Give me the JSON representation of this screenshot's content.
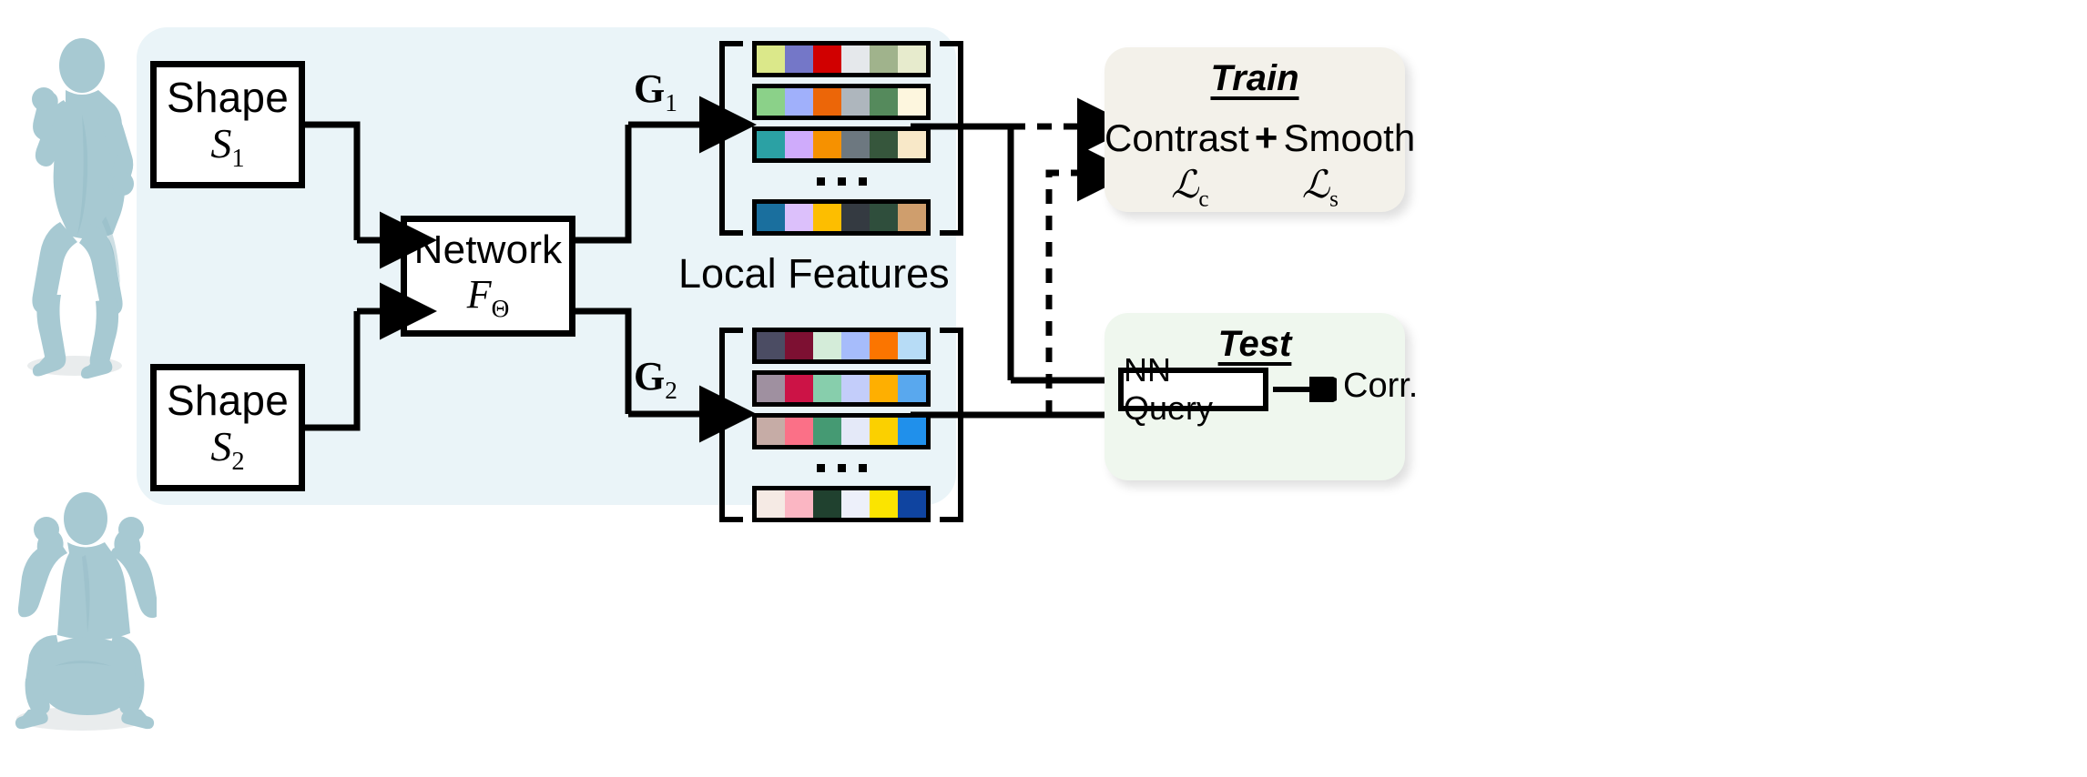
{
  "panel": {
    "name": "pipeline-panel",
    "bg": "#eaf4f8"
  },
  "shapes": [
    {
      "id": "shape1",
      "title": "Shape",
      "symbol": "S",
      "sub": "1",
      "mesh_name": "human-mesh-flexing-pose",
      "mesh_color": "#a7c9d2"
    },
    {
      "id": "shape2",
      "title": "Shape",
      "symbol": "S",
      "sub": "2",
      "mesh_name": "human-mesh-sitting-arms-up-pose",
      "mesh_color": "#a7c9d2"
    }
  ],
  "network": {
    "title": "Network",
    "symbol": "F",
    "sub": "Θ"
  },
  "feature_labels": {
    "g1": "G",
    "g1_sub": "1",
    "g2": "G",
    "g2_sub": "2",
    "caption": "Local Features"
  },
  "chart_data": {
    "type": "heatmap",
    "title": "Local Features",
    "legend": [
      "G1",
      "G2"
    ],
    "series": [
      {
        "name": "G1",
        "rows": [
          [
            "#dbe88a",
            "#7477c8",
            "#d10000",
            "#e5e8eb",
            "#a0b38c",
            "#e7ebcd"
          ],
          [
            "#8bd189",
            "#a0b0fb",
            "#ec6608",
            "#aeb6bd",
            "#558a5c",
            "#fdf6de"
          ],
          [
            "#2ba1a4",
            "#cfabfb",
            "#f69100",
            "#6d7880",
            "#36563c",
            "#f8e8c8"
          ],
          [
            "#1a6f9e",
            "#dcc0fb",
            "#fdbe00",
            "#343a41",
            "#2f4e3c",
            "#cf9e6d"
          ]
        ],
        "ellipsis_after_row": 3
      },
      {
        "name": "G2",
        "rows": [
          [
            "#4b4c63",
            "#7d1032",
            "#d4ecd9",
            "#a6bcfb",
            "#fb7500",
            "#b7dcf6"
          ],
          [
            "#9f90a0",
            "#cc1346",
            "#87ceac",
            "#c3cdfa",
            "#feaf01",
            "#59a8ee"
          ],
          [
            "#c6aca6",
            "#fb7087",
            "#459a73",
            "#e4e9f8",
            "#fbd000",
            "#2090eb"
          ],
          [
            "#f5eae4",
            "#fbb6c3",
            "#20412f",
            "#edf0fa",
            "#fbe400",
            "#0f44a0"
          ]
        ],
        "ellipsis_after_row": 3
      }
    ]
  },
  "train": {
    "title": "Train",
    "term_contrast": "Contrast",
    "plus": "+",
    "term_smooth": "Smooth",
    "loss_c": "ℒ",
    "loss_c_sub": "c",
    "loss_s": "ℒ",
    "loss_s_sub": "s",
    "bg": "#f3f1ea"
  },
  "test": {
    "title": "Test",
    "nn_query": "NN Query",
    "corr": "Corr.",
    "bg": "#eff7ee"
  }
}
